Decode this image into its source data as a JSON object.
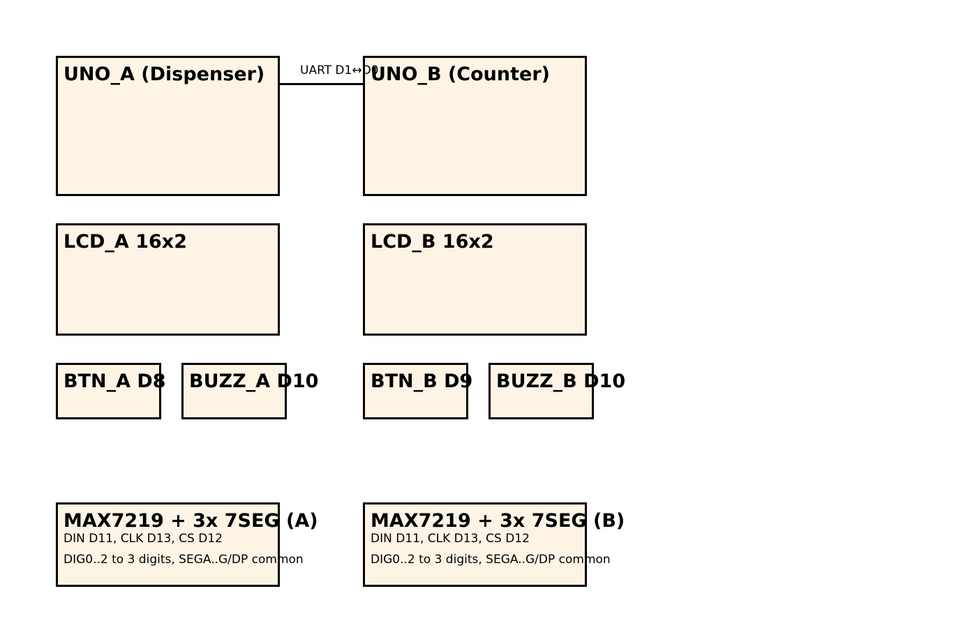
{
  "colors": {
    "block_fill": "#fdf4e6",
    "block_border": "#000000",
    "text": "#000000",
    "background": "#ffffff"
  },
  "blocks": {
    "uno_a": {
      "title": "UNO_A (Dispenser)"
    },
    "uno_b": {
      "title": "UNO_B (Counter)"
    },
    "lcd_a": {
      "title": "LCD_A 16x2"
    },
    "lcd_b": {
      "title": "LCD_B 16x2"
    },
    "btn_a": {
      "title": "BTN_A D8"
    },
    "buzz_a": {
      "title": "BUZZ_A D10"
    },
    "btn_b": {
      "title": "BTN_B D9"
    },
    "buzz_b": {
      "title": "BUZZ_B D10"
    },
    "max_a": {
      "title": "MAX7219 + 3x 7SEG (A)",
      "line1": "DIN D11, CLK D13, CS D12",
      "line2": "DIG0..2 to 3 digits, SEGA..G/DP common"
    },
    "max_b": {
      "title": "MAX7219 + 3x 7SEG (B)",
      "line1": "DIN D11, CLK D13, CS D12",
      "line2": "DIG0..2 to 3 digits, SEGA..G/DP common"
    }
  },
  "connections": {
    "uart": {
      "label": "UART D1↔D0"
    }
  }
}
